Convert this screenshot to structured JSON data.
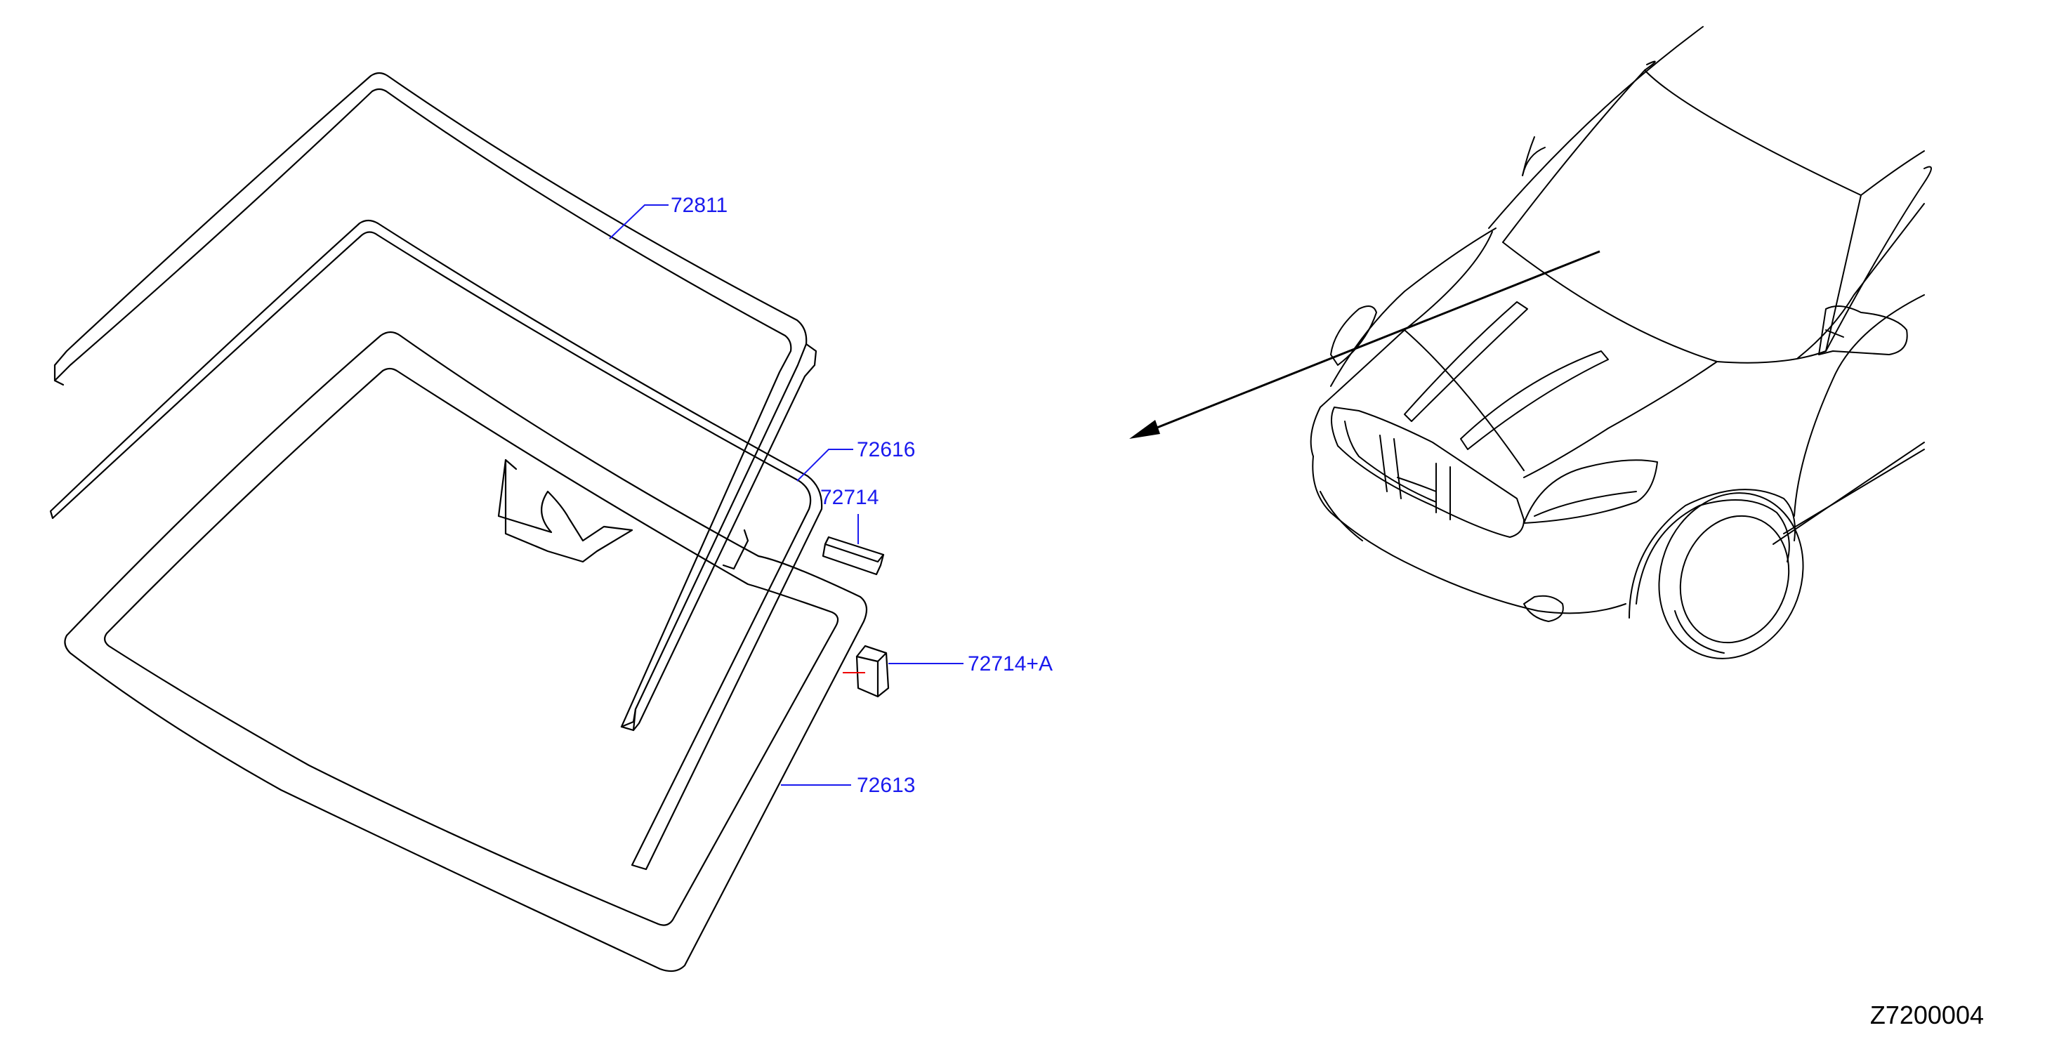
{
  "callouts": {
    "outer_molding": "72811",
    "side_molding": "72616",
    "spacer": "72714",
    "spacer_kit": "72714+A",
    "windshield_glass": "72613"
  },
  "drawing_code": "Z7200004",
  "colors": {
    "callout": "#1a1aee",
    "line": "#000000",
    "marker": "#ee0000"
  }
}
